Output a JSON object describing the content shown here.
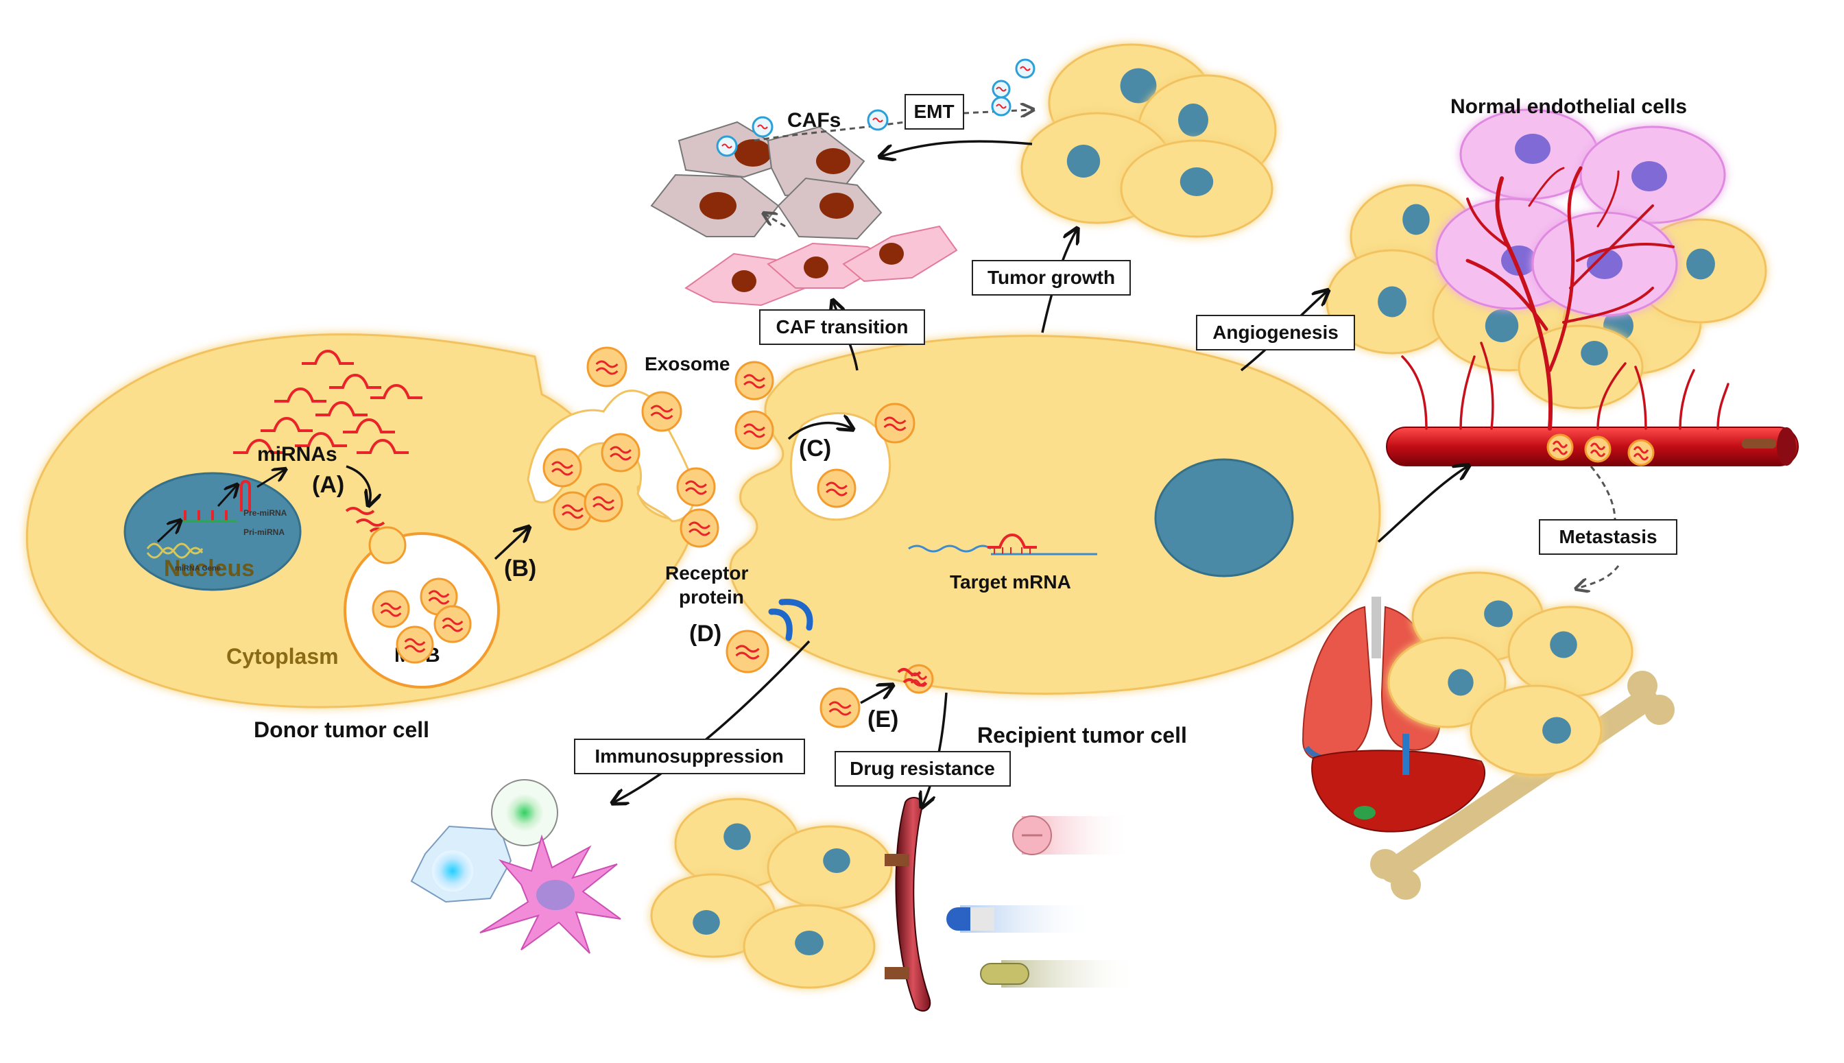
{
  "labels": {
    "nucleus": "Nucleus",
    "mirnas": "miRNAs",
    "mirna_gene": "miRNA Gene",
    "pri_mirna": "Pri-miRNA",
    "pre_mirna": "Pre-miRNA",
    "cytoplasm": "Cytoplasm",
    "mvb": "MVB",
    "donor_cell": "Donor tumor cell",
    "recipient_cell": "Recipient tumor cell",
    "exosome": "Exosome",
    "receptor_protein_line1": "Receptor",
    "receptor_protein_line2": "protein",
    "target_mrna": "Target mRNA",
    "cafs": "CAFs",
    "normal_endothelial": "Normal endothelial  cells",
    "step_a": "(A)",
    "step_b": "(B)",
    "step_c": "(C)",
    "step_d": "(D)",
    "step_e": "(E)"
  },
  "boxes": {
    "emt": "EMT",
    "caf_transition": "CAF transition",
    "tumor_growth": "Tumor growth",
    "angiogenesis": "Angiogenesis",
    "metastasis": "Metastasis",
    "immunosuppression": "Immunosuppression",
    "drug_resistance": "Drug resistance"
  },
  "colors": {
    "tumor_cell_fill": "#fbdf8c",
    "tumor_cell_glow": "#fff3a8",
    "nucleus_fill": "#4a8aa6",
    "exosome_fill": "#fcd07e",
    "exosome_stroke": "#f39c2d",
    "mirna_red": "#e8232a",
    "caf_fill": "#d8c4c7",
    "caf_nucleus": "#8b2a08",
    "fibroblast_fill": "#f8c4d6",
    "endothelial_fill": "#f5c0f0",
    "endothelial_nucleus": "#7f6ad6",
    "vessel_red": "#c8101c",
    "arrow": "#111111"
  }
}
